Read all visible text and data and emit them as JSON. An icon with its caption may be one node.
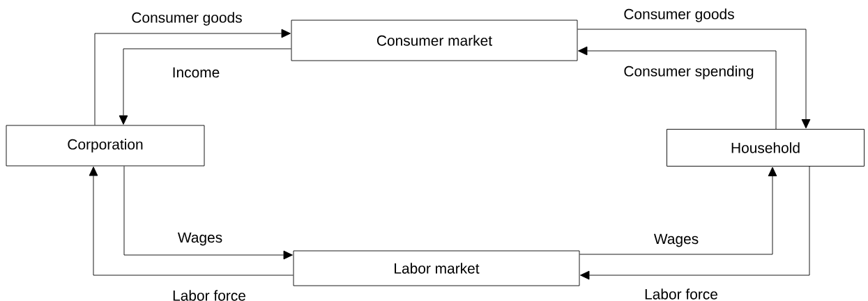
{
  "diagram": {
    "nodes": [
      {
        "text": [
          "Consumer market"
        ]
      },
      {
        "text": [
          "Corporation"
        ]
      },
      {
        "text": [
          "Household"
        ]
      },
      {
        "text": [
          "Labor market"
        ]
      }
    ],
    "edges": [
      {
        "from": 1,
        "to": 0,
        "arrow": "to",
        "label": "Consumer goods"
      },
      {
        "from": 0,
        "to": 1,
        "arrow": "to",
        "label": "Income"
      },
      {
        "from": 0,
        "to": 2,
        "arrow": "to",
        "label": "Consumer goods"
      },
      {
        "from": 2,
        "to": 0,
        "arrow": "to",
        "label": "Consumer spending"
      },
      {
        "from": 1,
        "to": 3,
        "arrow": "to",
        "label": "Wages"
      },
      {
        "from": 3,
        "to": 1,
        "arrow": "to",
        "label": "Labor force"
      },
      {
        "from": 3,
        "to": 2,
        "arrow": "to",
        "label": "Wages"
      },
      {
        "from": 2,
        "to": 3,
        "arrow": "to",
        "label": "Labor force"
      }
    ]
  }
}
